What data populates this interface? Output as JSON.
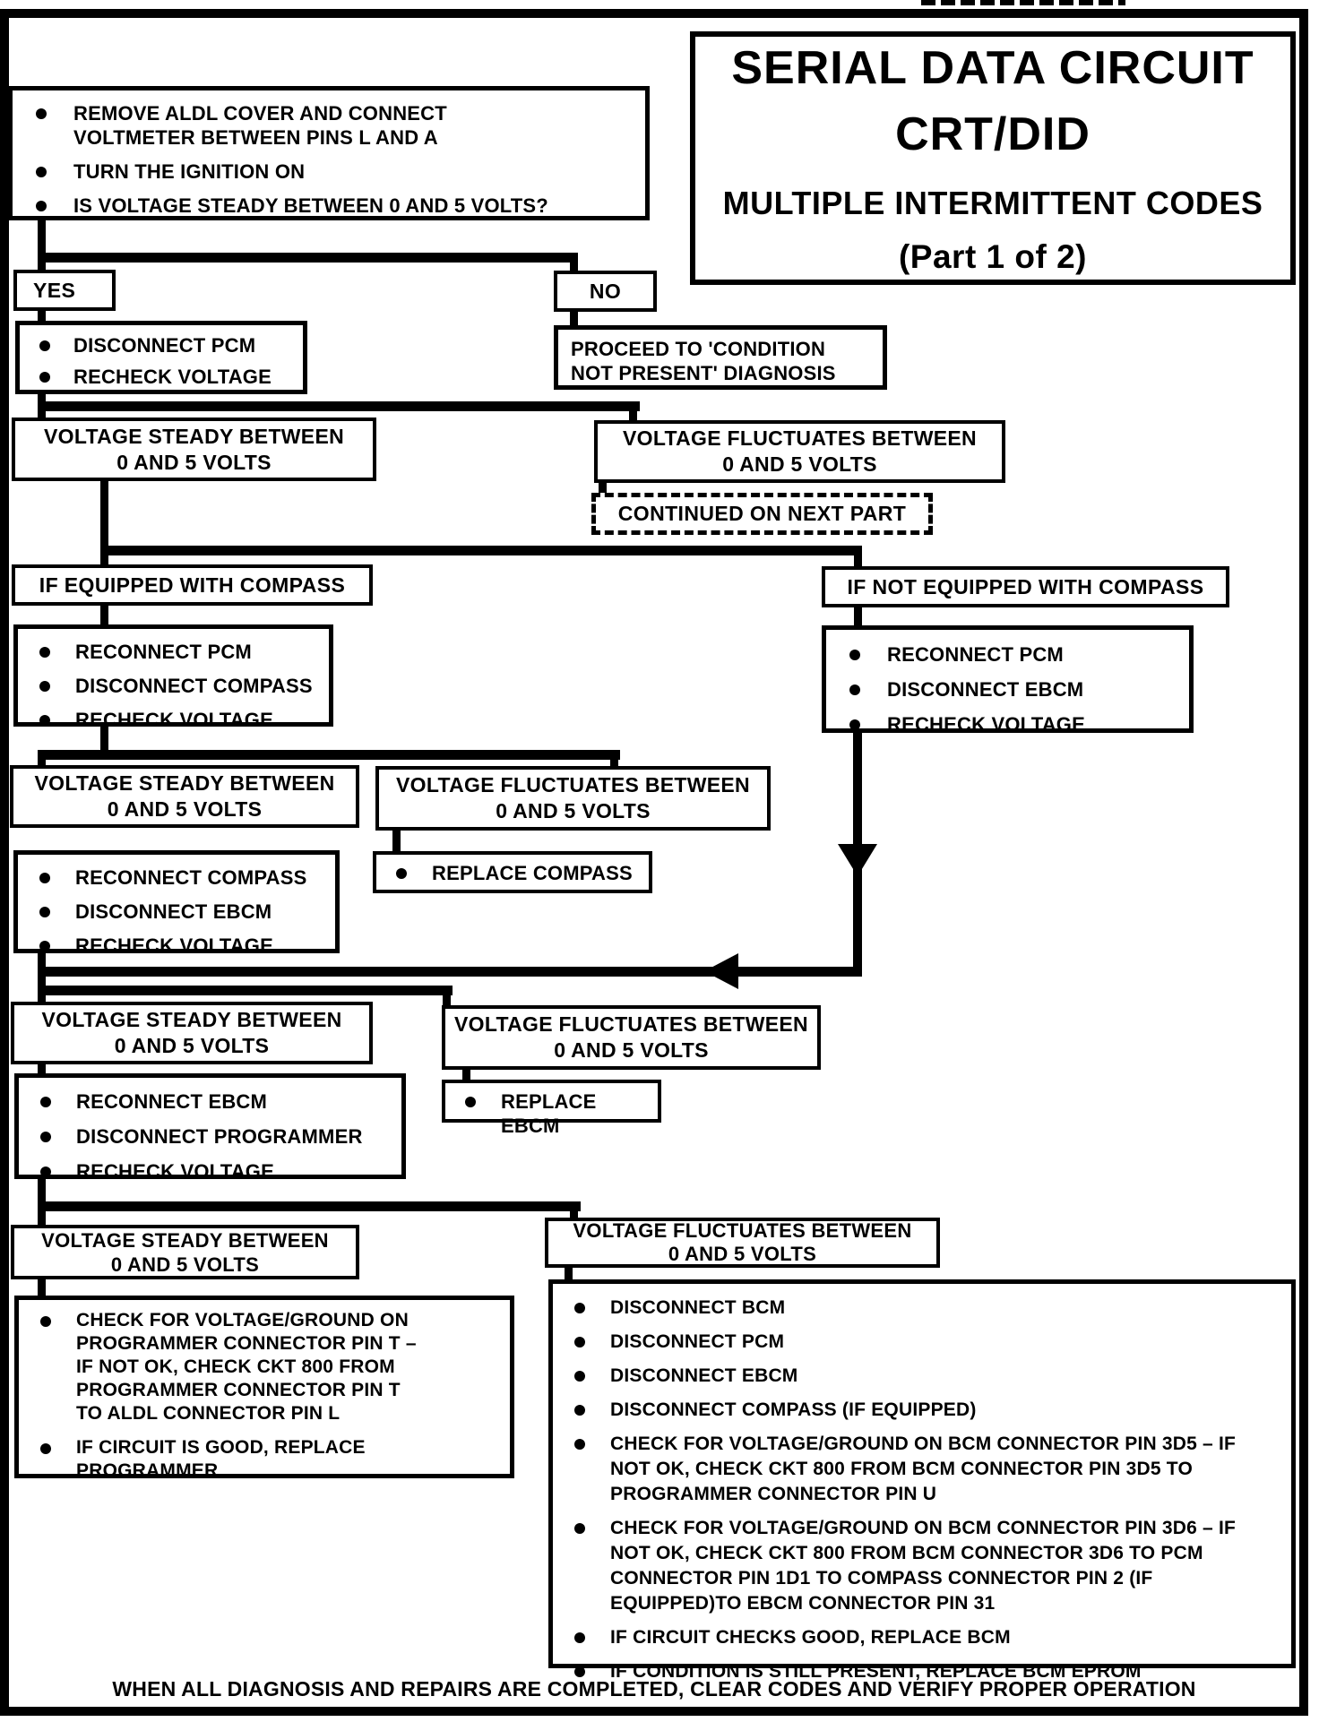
{
  "colors": {
    "ink": "#000000",
    "paper": "#ffffff"
  },
  "top_title": {
    "line1": "SERIAL DATA CIRCUIT",
    "line2": "CRT/DID",
    "line3": "MULTIPLE INTERMITTENT CODES",
    "line4": "(Part 1 of 2)"
  },
  "labels": {
    "yes": "YES",
    "no": "NO",
    "proceed": "PROCEED TO 'CONDITION NOT PRESENT' DIAGNOSIS",
    "voltage_steady_1": "VOLTAGE STEADY BETWEEN",
    "voltage_steady_2": "0 AND 5 VOLTS",
    "voltage_fluct_1": "VOLTAGE FLUCTUATES BETWEEN",
    "voltage_fluct_2": "0 AND 5 VOLTS",
    "continued": "CONTINUED ON NEXT PART",
    "if_equipped": "IF EQUIPPED WITH COMPASS",
    "if_not_equipped": "IF NOT EQUIPPED WITH COMPASS"
  },
  "steps": {
    "start": [
      "REMOVE ALDL COVER AND CONNECT VOLTMETER BETWEEN PINS L AND A",
      "TURN THE IGNITION ON",
      "IS VOLTAGE STEADY BETWEEN 0 AND 5 VOLTS?"
    ],
    "disconnect_pcm": [
      "DISCONNECT PCM",
      "RECHECK VOLTAGE"
    ],
    "reconnect_pcm_compass": [
      "RECONNECT PCM",
      "DISCONNECT COMPASS",
      "RECHECK VOLTAGE"
    ],
    "reconnect_pcm_ebcm": [
      "RECONNECT PCM",
      "DISCONNECT EBCM",
      "RECHECK VOLTAGE"
    ],
    "reconnect_compass": [
      "RECONNECT COMPASS",
      "DISCONNECT EBCM",
      "RECHECK VOLTAGE"
    ],
    "replace_compass": [
      "REPLACE COMPASS"
    ],
    "reconnect_ebcm": [
      "RECONNECT EBCM",
      "DISCONNECT PROGRAMMER",
      "RECHECK VOLTAGE"
    ],
    "replace_ebcm": [
      "REPLACE EBCM"
    ],
    "check_programmer": [
      "CHECK FOR VOLTAGE/GROUND ON PROGRAMMER CONNECTOR PIN T – IF NOT OK, CHECK CKT 800 FROM PROGRAMMER CONNECTOR PIN T TO ALDL CONNECTOR PIN L",
      "IF CIRCUIT IS GOOD, REPLACE PROGRAMMER"
    ],
    "check_bcm": [
      "DISCONNECT BCM",
      "DISCONNECT PCM",
      "DISCONNECT EBCM",
      "DISCONNECT COMPASS (IF EQUIPPED)",
      "CHECK FOR VOLTAGE/GROUND ON BCM CONNECTOR PIN 3D5 – IF NOT OK, CHECK CKT 800 FROM BCM CONNECTOR PIN 3D5 TO PROGRAMMER CONNECTOR PIN U",
      "CHECK FOR VOLTAGE/GROUND ON BCM CONNECTOR PIN 3D6 – IF NOT OK, CHECK CKT 800 FROM BCM CONNECTOR 3D6 TO PCM CONNECTOR PIN 1D1 TO COMPASS CONNECTOR PIN 2 (IF EQUIPPED)TO EBCM CONNECTOR PIN 31",
      "IF CIRCUIT CHECKS GOOD, REPLACE BCM",
      "IF CONDITION IS STILL PRESENT, REPLACE BCM EPROM"
    ]
  },
  "footer": "WHEN ALL DIAGNOSIS AND REPAIRS ARE COMPLETED, CLEAR CODES AND VERIFY PROPER OPERATION"
}
